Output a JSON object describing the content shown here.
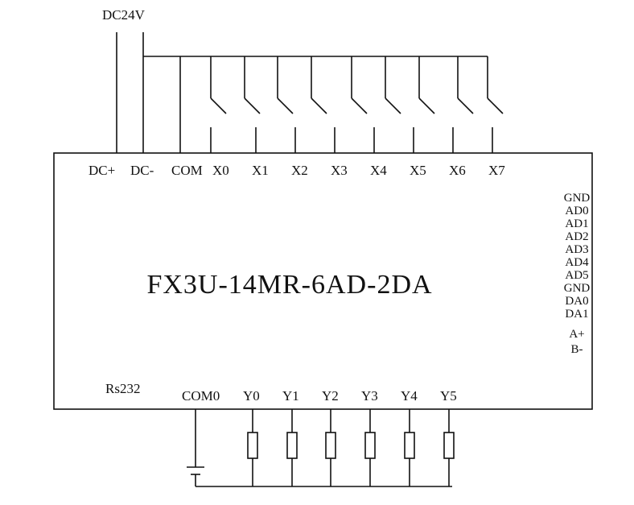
{
  "supply_label": "DC24V",
  "module_label": "FX3U-14MR-6AD-2DA",
  "rs232_label": "Rs232",
  "input_terminals": [
    "DC+",
    "DC-",
    "COM",
    "X0",
    "X1",
    "X2",
    "X3",
    "X4",
    "X5",
    "X6",
    "X7"
  ],
  "analog_terminals": [
    "GND",
    "AD0",
    "AD1",
    "AD2",
    "AD3",
    "AD4",
    "AD5",
    "GND",
    "DA0",
    "DA1",
    "A+",
    "B-"
  ],
  "output_terminals": [
    "COM0",
    "Y0",
    "Y1",
    "Y2",
    "Y3",
    "Y4",
    "Y5"
  ]
}
